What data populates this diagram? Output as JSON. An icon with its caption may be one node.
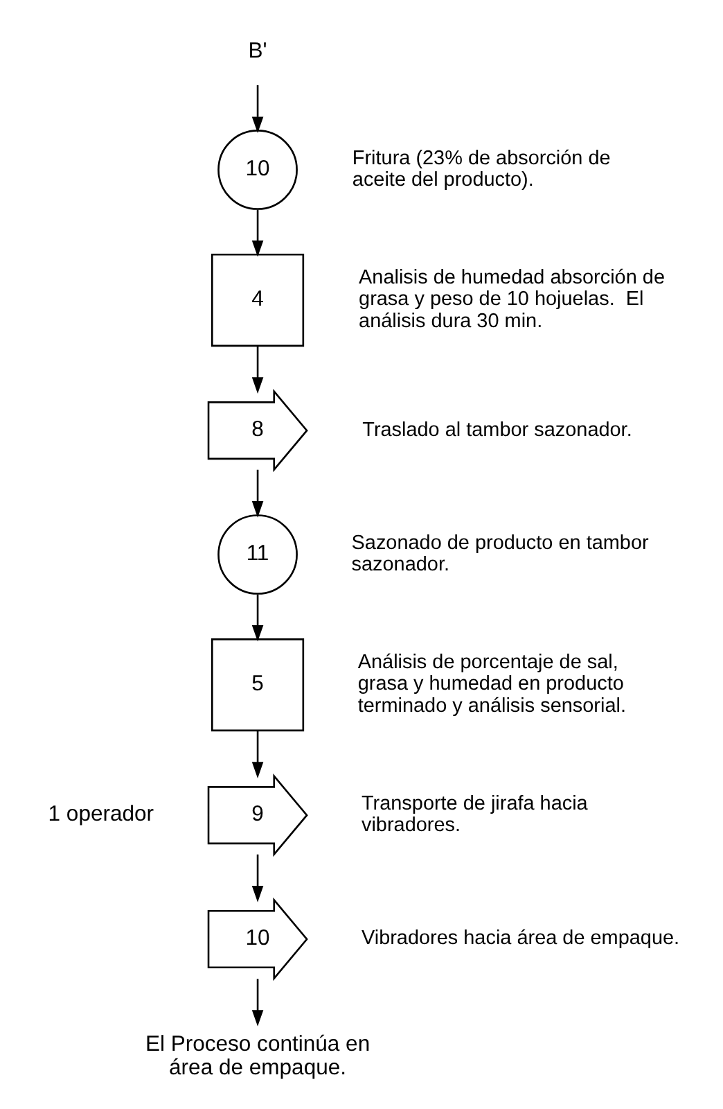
{
  "diagram": {
    "nodes": [
      {
        "text": [
          "B'"
        ]
      },
      {
        "text": [
          "10"
        ],
        "beside": [
          "Fritura (23% de absorción de aceite del producto)."
        ]
      },
      {
        "text": [
          "4"
        ],
        "beside": [
          "Analisis de humedad absorción de grasa y peso de 10 hojuelas.  El análisis dura 30 min."
        ]
      },
      {
        "text": [
          "8"
        ],
        "beside": [
          "Traslado al tambor sazonador."
        ]
      },
      {
        "text": [
          "11"
        ],
        "beside": [
          "Sazonado de producto en tambor sazonador."
        ]
      },
      {
        "text": [
          "5"
        ],
        "beside": [
          "Análisis de porcentaje de sal, grasa y humedad en producto terminado y análisis sensorial."
        ]
      },
      {
        "text": [
          "9"
        ],
        "beside": [
          "Transporte de jirafa hacia vibradores."
        ]
      },
      {
        "text": [
          "10"
        ],
        "beside": [
          "Vibradores hacia área de empaque."
        ]
      },
      {
        "text": [
          "El Proceso continúa en área de empaque."
        ]
      }
    ],
    "edges": [
      {
        "from": 0,
        "to": 1,
        "arrow": "to"
      },
      {
        "from": 1,
        "to": 2,
        "arrow": "to"
      },
      {
        "from": 2,
        "to": 3,
        "arrow": "to"
      },
      {
        "from": 3,
        "to": 4,
        "arrow": "to"
      },
      {
        "from": 4,
        "to": 5,
        "arrow": "to"
      },
      {
        "from": 5,
        "to": 6,
        "arrow": "to"
      },
      {
        "from": 6,
        "to": 7,
        "arrow": "to"
      },
      {
        "from": 7,
        "to": 8,
        "arrow": "to"
      }
    ],
    "labels": [
      "1 operador"
    ]
  }
}
